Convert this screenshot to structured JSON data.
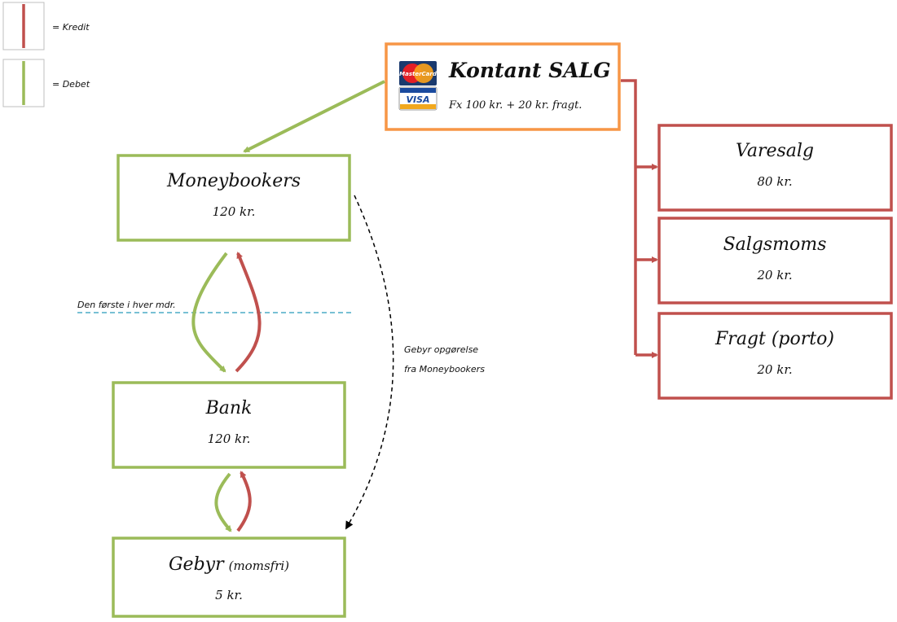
{
  "colors": {
    "credit": "#C0504D",
    "debit": "#9BBB59",
    "source": "#F79646",
    "divider": "#4BACC6",
    "fee_flow": "#000000"
  },
  "legend": {
    "credit_label": "= Kredit",
    "debit_label": "= Debet"
  },
  "source": {
    "title": "Kontant SALG",
    "subtitle": "Fx 100 kr. + 20 kr. fragt.",
    "icons": [
      "mastercard-icon",
      "visa-icon"
    ],
    "mastercard_text": "MasterCard",
    "visa_text": "VISA"
  },
  "accounts": {
    "moneybookers": {
      "title": "Moneybookers",
      "value": "120 kr."
    },
    "bank": {
      "title": "Bank",
      "value": "120 kr."
    },
    "fee": {
      "title": "Gebyr",
      "title_note": "(momsfri)",
      "value": "5 kr."
    },
    "sales": {
      "title": "Varesalg",
      "value": "80 kr."
    },
    "vat": {
      "title": "Salgsmoms",
      "value": "20 kr."
    },
    "freight": {
      "title": "Fragt (porto)",
      "value": "20 kr."
    }
  },
  "annotations": {
    "monthly": "Den første i hver mdr.",
    "fee_statement_line1": "Gebyr opgørelse",
    "fee_statement_line2": "fra Moneybookers"
  }
}
